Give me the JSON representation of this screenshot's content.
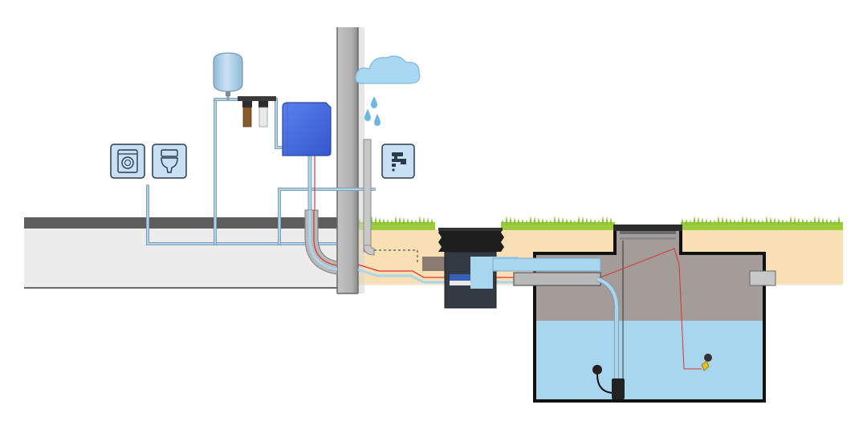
{
  "diagram": {
    "kind": "rainwater-harvesting-system",
    "colors": {
      "background": "#ffffff",
      "floor": "#ececec",
      "floor_edge": "#595959",
      "wall": "#b5b5b5",
      "soil": "#f8e0b4",
      "grass": "#9ccc3c",
      "tank_upper": "#a39c98",
      "water": "#a9d6ef",
      "pipe_light": "#a9d6ef",
      "pipe_grey": "#b9b9b9",
      "control_unit": "#4169e1",
      "pressure_vessel": "#a9cde6",
      "cloud": "#a9d8f2",
      "drop": "#6fb6e3",
      "wire_red": "#e03030",
      "icon_box": "#c7e0f4",
      "float_switch": "#e6c020"
    },
    "icons": [
      "washing-machine-icon",
      "toilet-icon",
      "tap-icon"
    ],
    "components": [
      "pressure-vessel",
      "water-filters",
      "control-unit",
      "building-wall",
      "rain-cloud",
      "downpipe",
      "filter-unit",
      "underground-tank",
      "submersible-pump",
      "float-switch",
      "overflow-pipe",
      "inlet-pipe"
    ]
  }
}
